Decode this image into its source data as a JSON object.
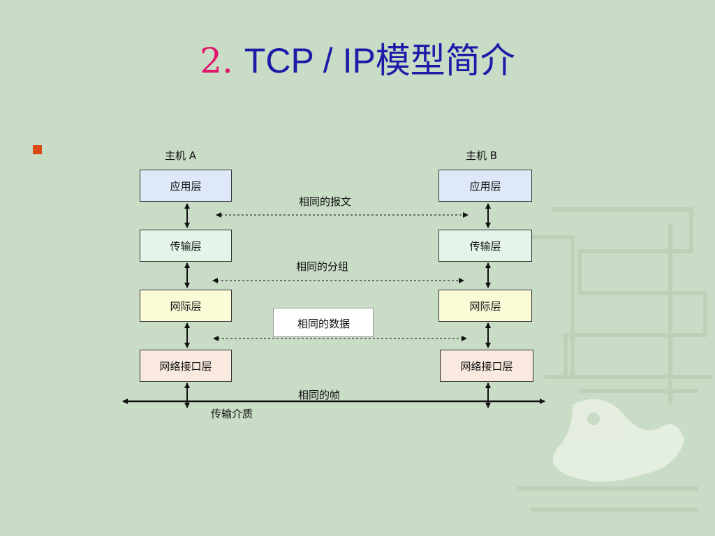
{
  "slide": {
    "title_number": "2.",
    "title_text": "TCP / IP模型简介"
  },
  "diagram": {
    "host_a": "主机 A",
    "host_b": "主机 B",
    "layers": [
      "应用层",
      "传输层",
      "网际层",
      "网络接口层"
    ],
    "peer_messages": [
      "相同的报文",
      "相同的分组",
      "相同的数据",
      "相同的帧"
    ],
    "medium": "传输介质"
  },
  "colors": {
    "background": "#c9dcc6",
    "title": "#1c1ca8",
    "title_number": "#e0166b",
    "bullet": "#d84a16",
    "app_layer": "#dfe8f8",
    "transport_layer": "#e4f4e8",
    "internet_layer": "#fbfbd8",
    "link_layer": "#f9e9df"
  }
}
